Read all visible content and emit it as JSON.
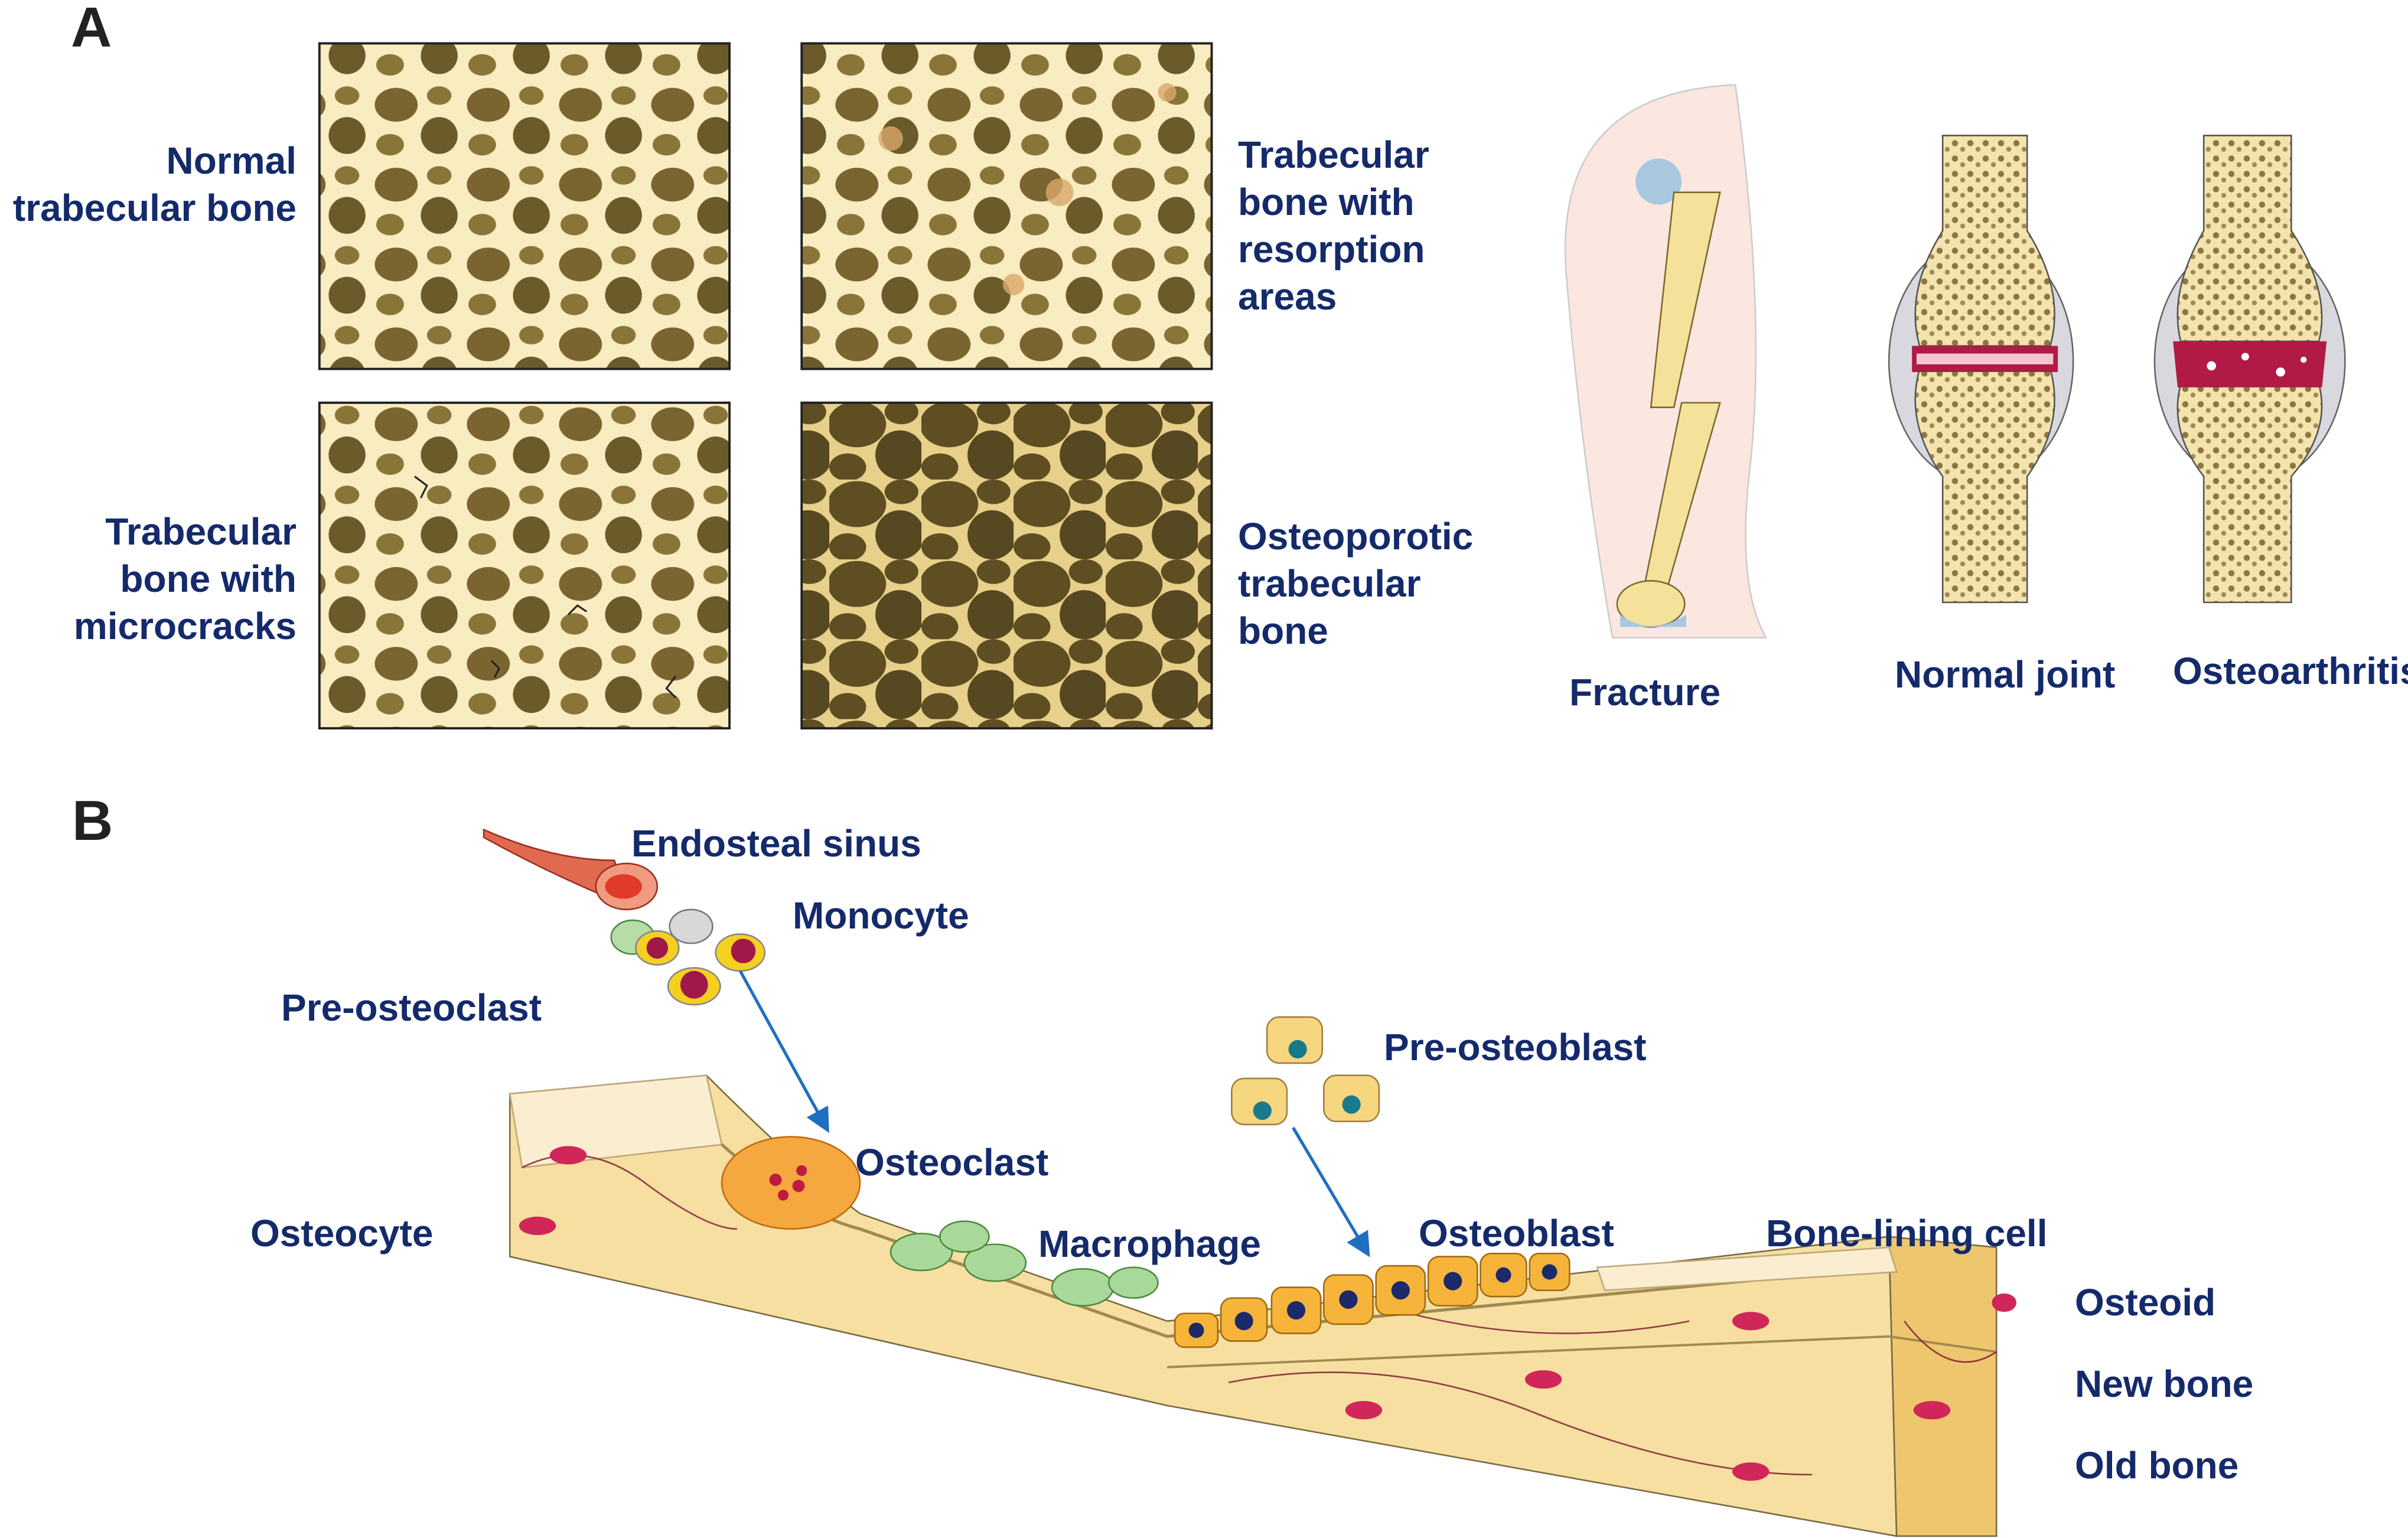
{
  "panel_a": {
    "letter": "A",
    "labels": {
      "normal": "Normal\ntrabecular bone",
      "resorption": "Trabecular\nbone with\nresorption\nareas",
      "microcracks": "Trabecular\nbone with\nmicrocracks",
      "osteoporotic": "Osteoporotic\ntrabecular\nbone",
      "fracture": "Fracture",
      "normal_joint": "Normal joint",
      "osteoarthritis": "Osteoarthritis"
    }
  },
  "panel_b": {
    "letter": "B",
    "labels": {
      "endosteal_sinus": "Endosteal sinus",
      "monocyte": "Monocyte",
      "pre_osteoclast": "Pre-osteoclast",
      "pre_osteoblast": "Pre-osteoblast",
      "osteoclast": "Osteoclast",
      "osteocyte": "Osteocyte",
      "macrophage": "Macrophage",
      "osteoblast": "Osteoblast",
      "bone_lining_cell": "Bone-lining cell",
      "osteoid": "Osteoid",
      "new_bone": "New bone",
      "old_bone": "Old bone"
    }
  },
  "colors": {
    "label": "#142a6b",
    "arrow": "#1f6fc0",
    "bone": "#f7e8b5",
    "cavity": "#6b5a2a"
  }
}
